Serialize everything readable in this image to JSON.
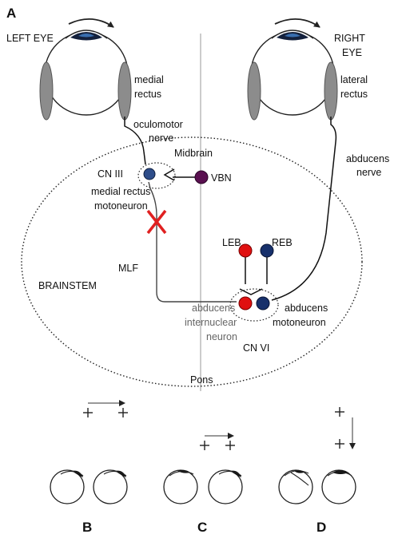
{
  "figure": {
    "panel_a": "A",
    "panel_b": "B",
    "panel_c": "C",
    "panel_d": "D"
  },
  "labels": {
    "left_eye": "LEFT EYE",
    "right_eye_1": "RIGHT",
    "right_eye_2": "EYE",
    "medial_rectus_1": "medial",
    "medial_rectus_2": "rectus",
    "lateral_rectus_1": "lateral",
    "lateral_rectus_2": "rectus",
    "oculomotor_1": "oculomotor",
    "oculomotor_2": "nerve",
    "midbrain": "Midbrain",
    "cn3": "CN III",
    "vbn": "VBN",
    "mr_moto_1": "medial rectus",
    "mr_moto_2": "motoneuron",
    "abducens_nerve_1": "abducens",
    "abducens_nerve_2": "nerve",
    "leb": "LEB",
    "reb": "REB",
    "mlf": "MLF",
    "brainstem": "BRAINSTEM",
    "abd_inter_1": "abducens",
    "abd_inter_2": "internuclear",
    "abd_inter_3": "neuron",
    "abd_moto_1": "abducens",
    "abd_moto_2": "motoneuron",
    "cn6": "CN VI",
    "pons": "Pons"
  },
  "colors": {
    "blue_neuron": "#2e4d8a",
    "navy_neuron": "#17306b",
    "red_neuron": "#e01010",
    "vbn_neuron": "#5a1050",
    "muscle_gray": "#8c8c8c",
    "lesion_red": "#e02020",
    "midline_gray": "#b0b0b0"
  }
}
